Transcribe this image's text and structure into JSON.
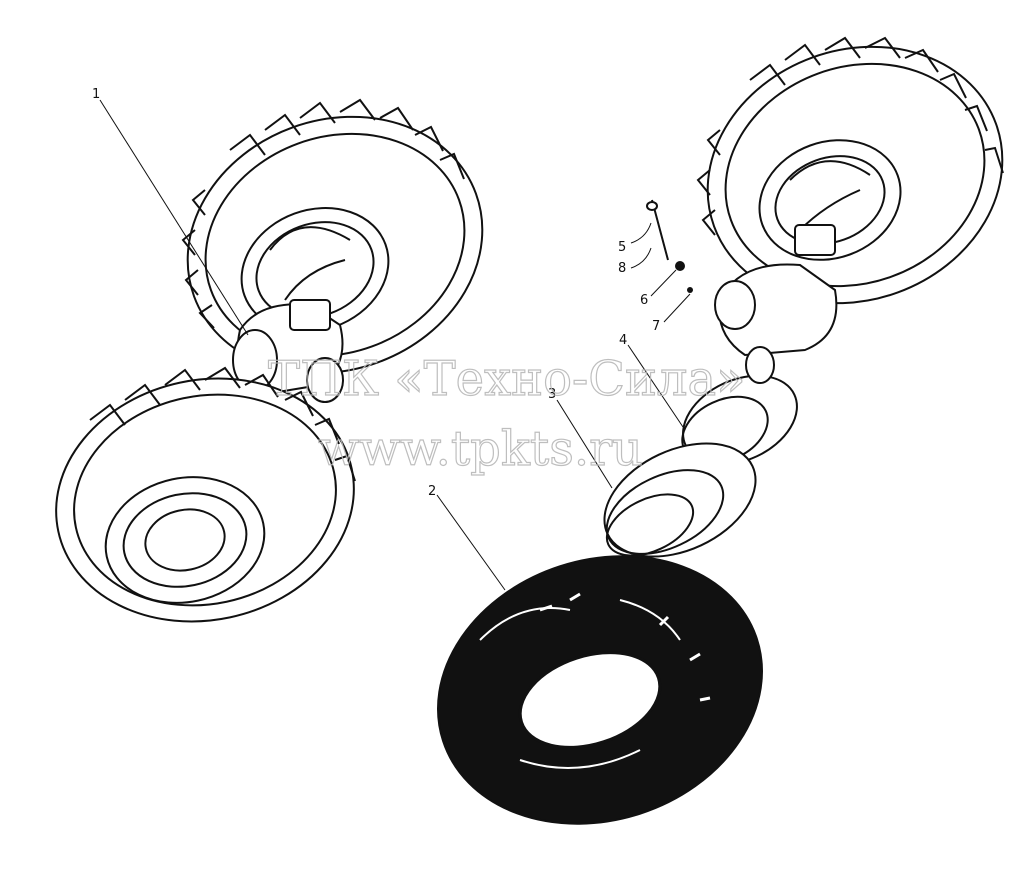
{
  "callouts": {
    "c1": "1",
    "c2": "2",
    "c3": "3",
    "c4": "4",
    "c5": "5",
    "c6": "6",
    "c7": "7",
    "c8": "8"
  },
  "watermark": {
    "line1": "ТПК «Техно-Сила»",
    "line2": "www.tpkts.ru"
  },
  "colors": {
    "ink": "#111111",
    "watermark": "#b8b8b8",
    "background": "#ffffff"
  }
}
